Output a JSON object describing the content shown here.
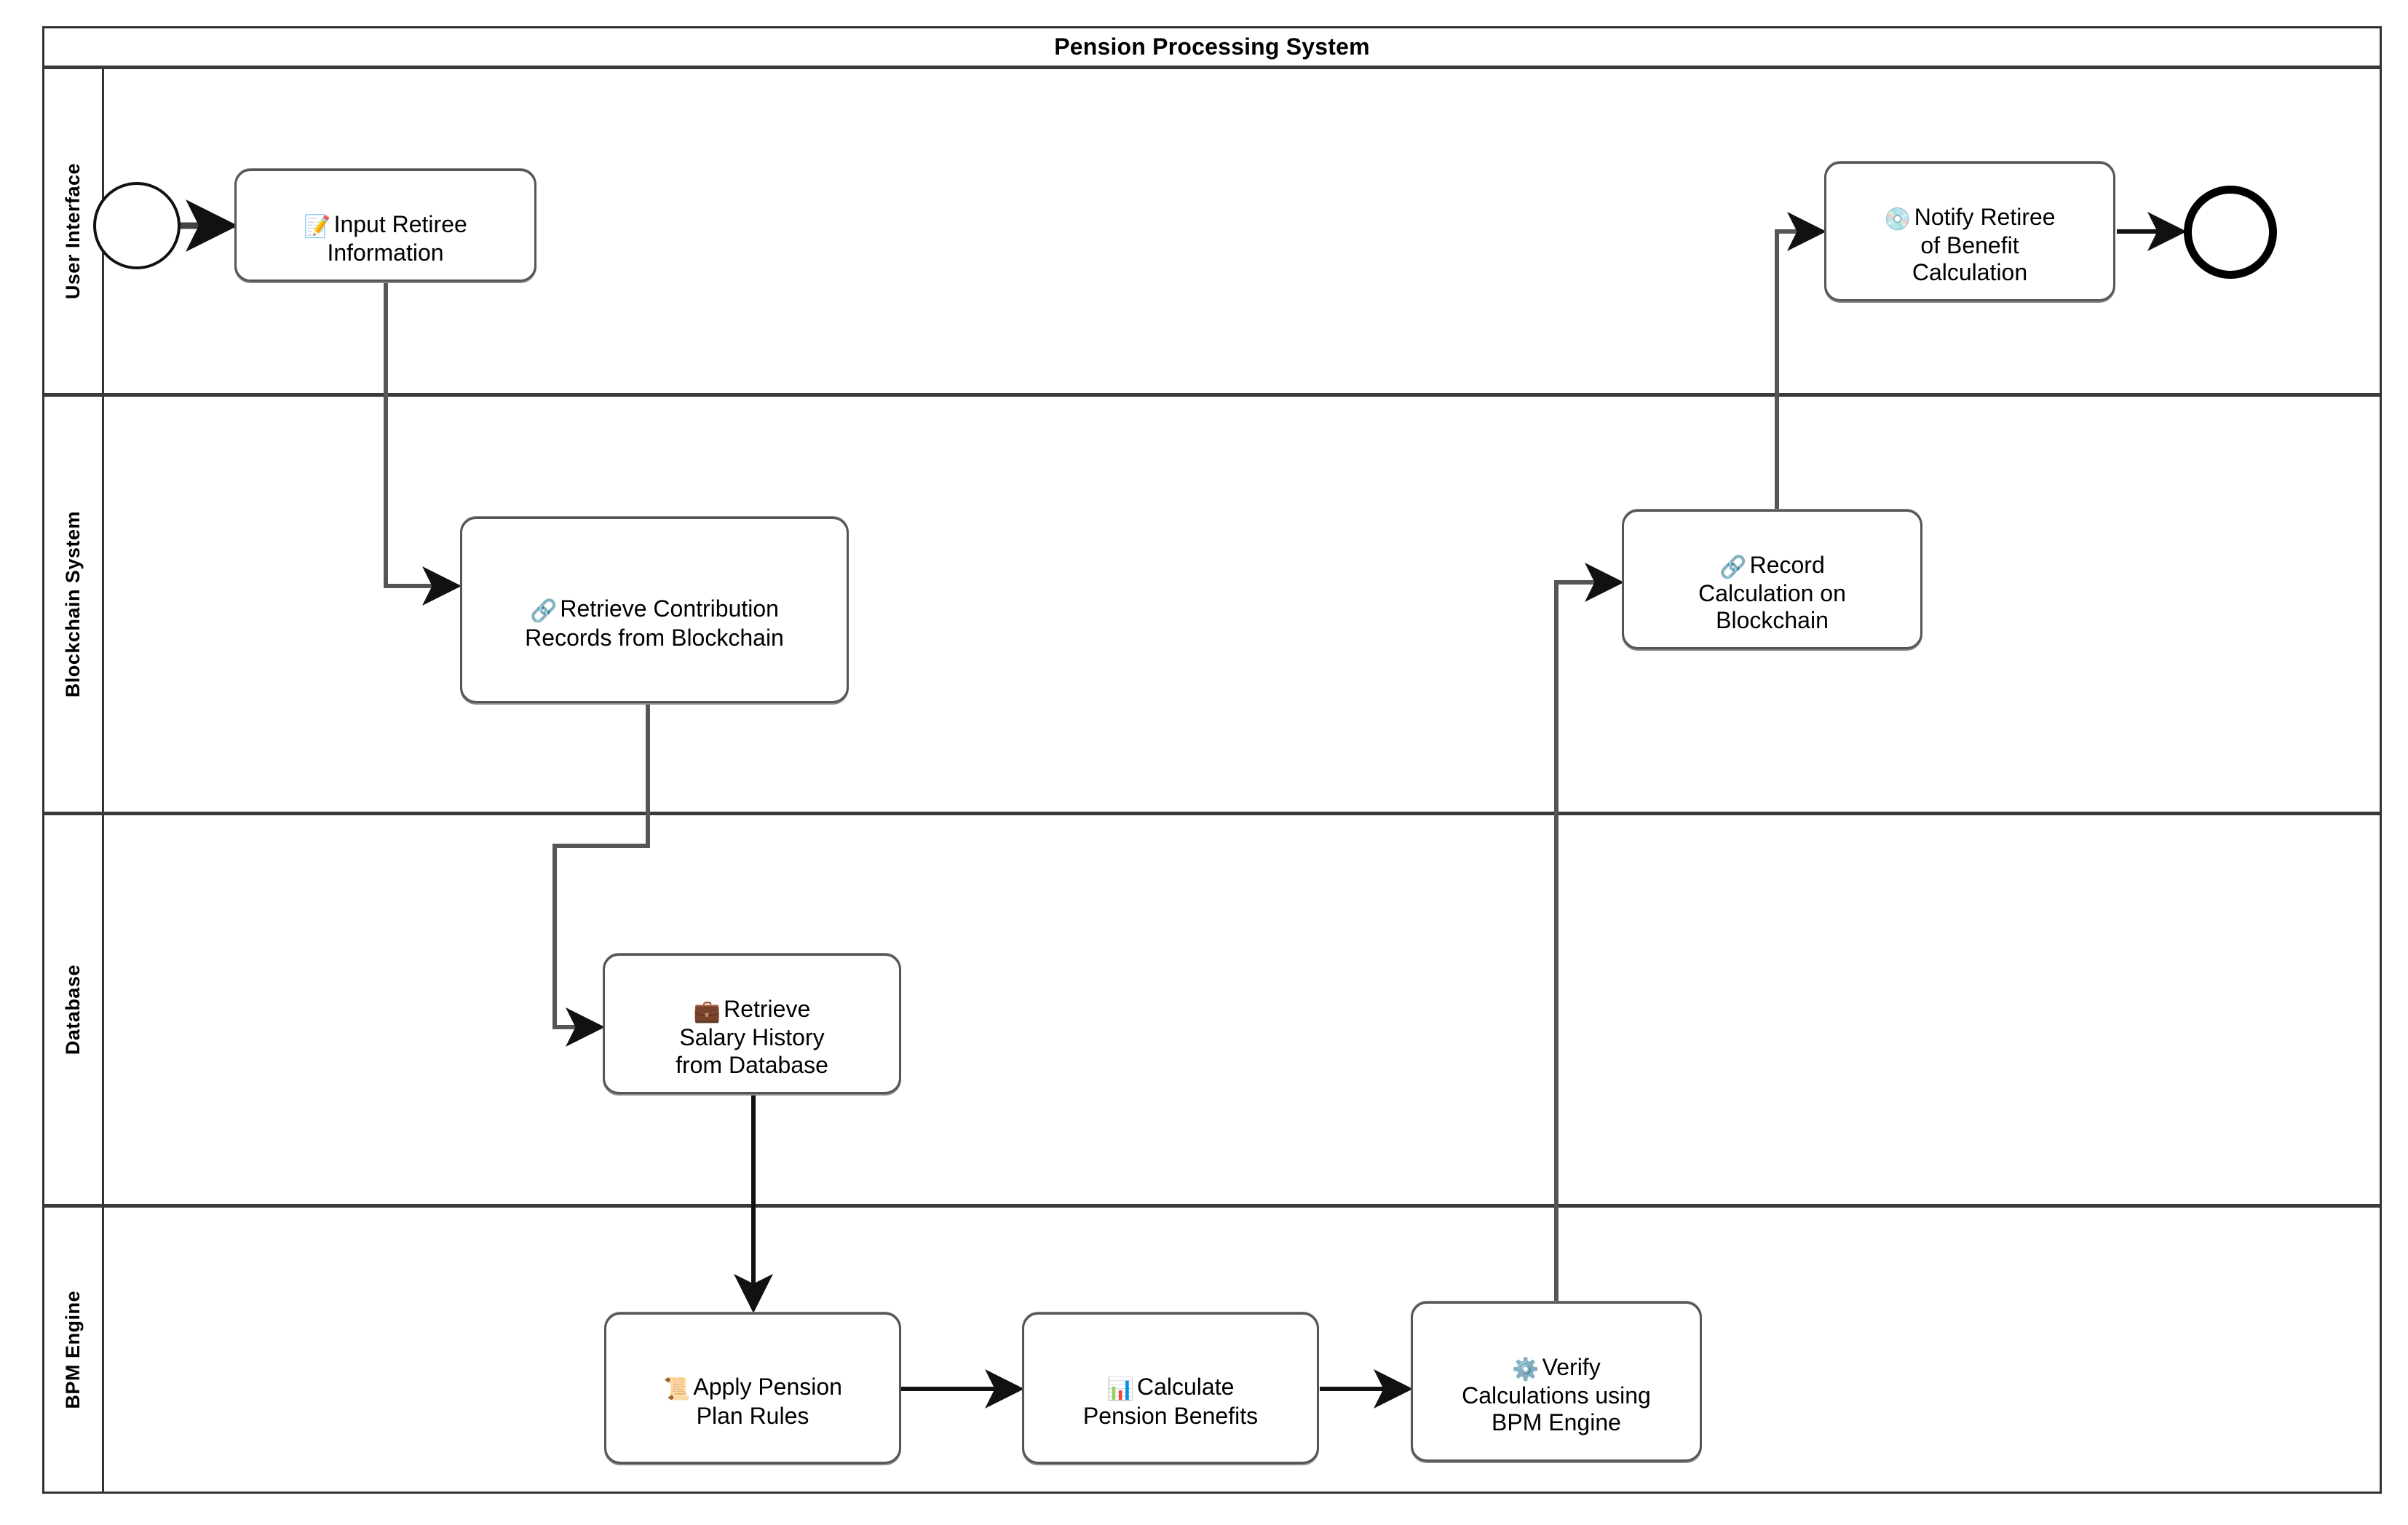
{
  "diagram": {
    "type": "bpmn-swimlane",
    "pool_title": "Pension Processing System",
    "background": "#ffffff",
    "border_color": "#333333",
    "lane_divider_color": "#3a3a3a"
  },
  "lanes": [
    {
      "id": "lane-user-interface",
      "label": "User Interface"
    },
    {
      "id": "lane-blockchain-system",
      "label": "Blockchain System"
    },
    {
      "id": "lane-database",
      "label": "Database"
    },
    {
      "id": "lane-bpm-engine",
      "label": "BPM Engine"
    }
  ],
  "events": [
    {
      "id": "start-event",
      "kind": "start",
      "lane": "User Interface",
      "label": ""
    },
    {
      "id": "end-event",
      "kind": "end",
      "lane": "User Interface",
      "label": ""
    }
  ],
  "tasks": [
    {
      "id": "task-input-retiree-information",
      "lane": "User Interface",
      "icon": "memo-icon",
      "icon_glyph": "📝",
      "label": "Input Retiree\nInformation"
    },
    {
      "id": "task-notify-retiree",
      "lane": "User Interface",
      "icon": "blue-disc-icon",
      "icon_glyph": "💿",
      "label": "Notify Retiree\nof Benefit\nCalculation"
    },
    {
      "id": "task-retrieve-contribution-records",
      "lane": "Blockchain System",
      "icon": "link-icon",
      "icon_glyph": "🔗",
      "label": "Retrieve Contribution\nRecords from Blockchain"
    },
    {
      "id": "task-record-calculation-on-blockchain",
      "lane": "Blockchain System",
      "icon": "link-icon",
      "icon_glyph": "🔗",
      "label": "Record\nCalculation on\nBlockchain"
    },
    {
      "id": "task-retrieve-salary-history",
      "lane": "Database",
      "icon": "briefcase-icon",
      "icon_glyph": "💼",
      "label": "Retrieve\nSalary History\nfrom Database"
    },
    {
      "id": "task-apply-pension-plan-rules",
      "lane": "BPM Engine",
      "icon": "scroll-icon",
      "icon_glyph": "📜",
      "label": "Apply Pension\nPlan Rules"
    },
    {
      "id": "task-calculate-pension-benefits",
      "lane": "BPM Engine",
      "icon": "bar-chart-icon",
      "icon_glyph": "📊",
      "label": "Calculate\nPension Benefits"
    },
    {
      "id": "task-verify-calculations",
      "lane": "BPM Engine",
      "icon": "gear-icon",
      "icon_glyph": "⚙️",
      "label": "Verify\nCalculations using\nBPM Engine"
    }
  ],
  "flows": [
    {
      "id": "flow-start-to-input",
      "from": "start-event",
      "to": "task-input-retiree-information"
    },
    {
      "id": "flow-input-to-retrieve-contribution",
      "from": "task-input-retiree-information",
      "to": "task-retrieve-contribution-records"
    },
    {
      "id": "flow-contribution-to-salary",
      "from": "task-retrieve-contribution-records",
      "to": "task-retrieve-salary-history"
    },
    {
      "id": "flow-salary-to-apply-rules",
      "from": "task-retrieve-salary-history",
      "to": "task-apply-pension-plan-rules"
    },
    {
      "id": "flow-apply-rules-to-calculate",
      "from": "task-apply-pension-plan-rules",
      "to": "task-calculate-pension-benefits"
    },
    {
      "id": "flow-calculate-to-verify",
      "from": "task-calculate-pension-benefits",
      "to": "task-verify-calculations"
    },
    {
      "id": "flow-verify-to-record",
      "from": "task-verify-calculations",
      "to": "task-record-calculation-on-blockchain"
    },
    {
      "id": "flow-record-to-notify",
      "from": "task-record-calculation-on-blockchain",
      "to": "task-notify-retiree"
    },
    {
      "id": "flow-notify-to-end",
      "from": "task-notify-retiree",
      "to": "end-event"
    }
  ],
  "colors": {
    "stroke": "#555555",
    "text": "#000000",
    "lane_border": "#333333"
  }
}
